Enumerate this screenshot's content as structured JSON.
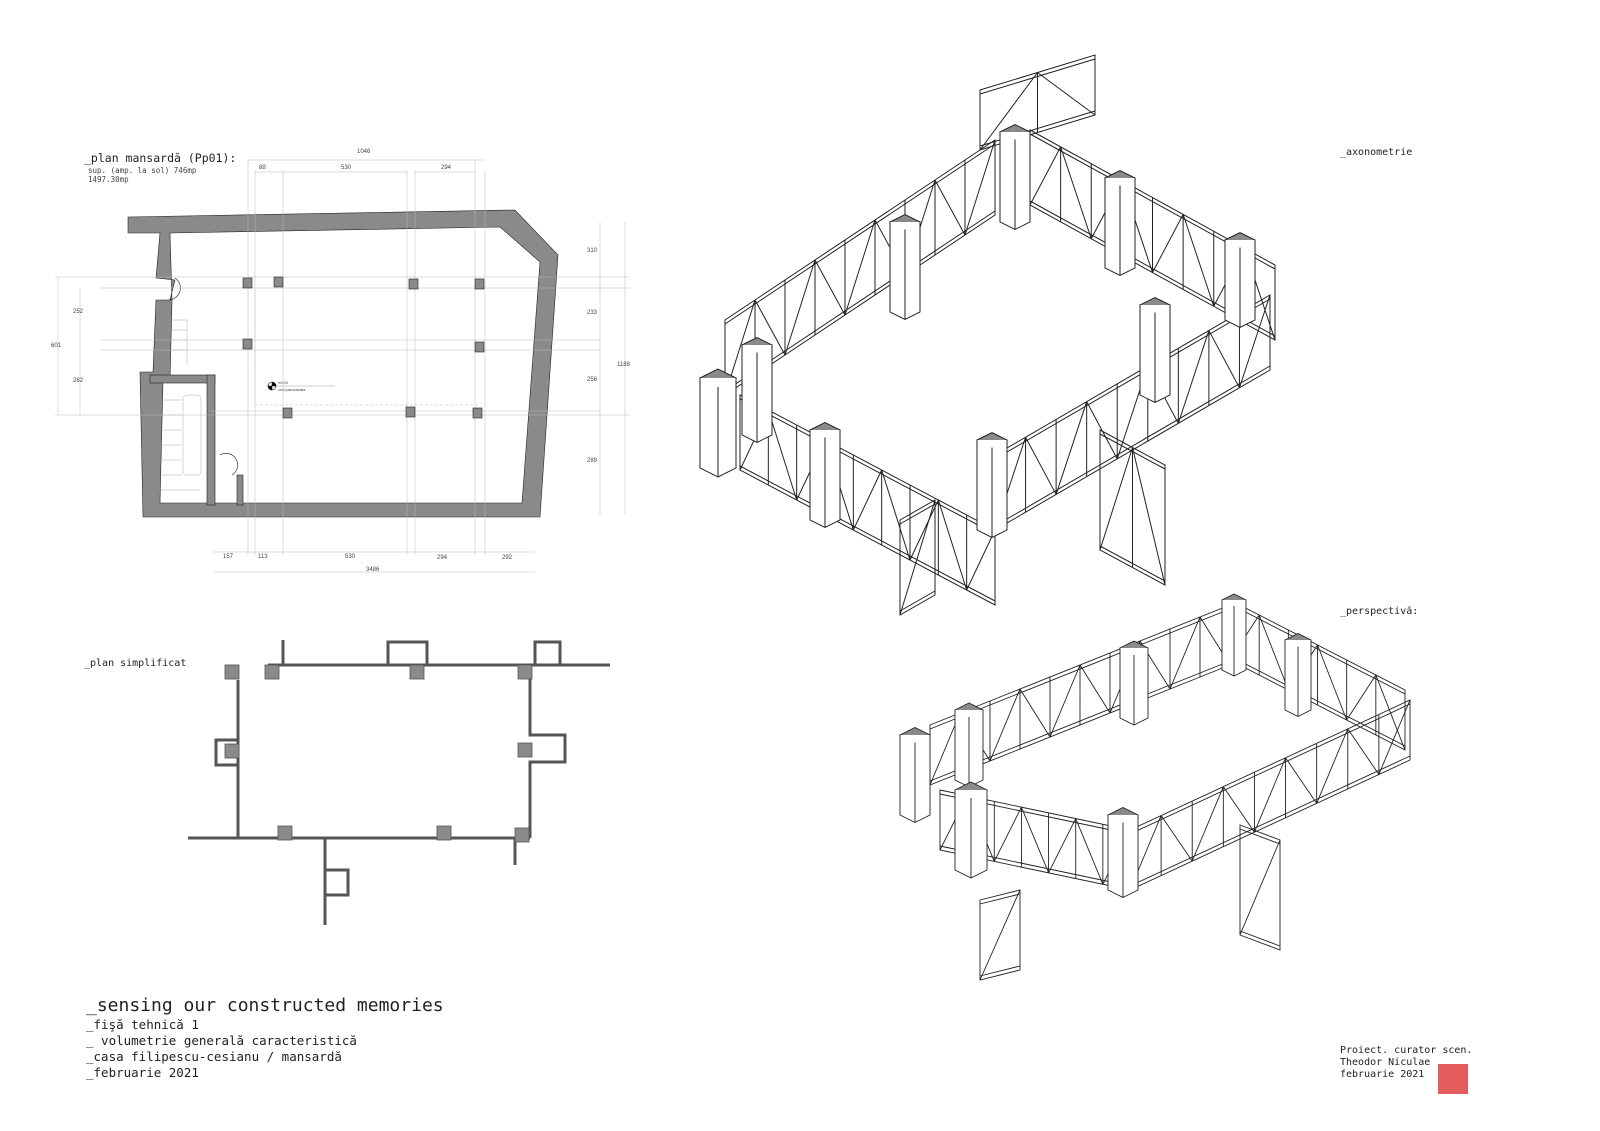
{
  "plan": {
    "title": "_plan mansardă (Pp01):",
    "sub_lines": [
      "sup. (amp. la sol) 746mp",
      "1497.30mp"
    ],
    "level_marker": "±0.00",
    "level_note": "cod pardoseala",
    "dims_top": [
      "1046",
      "88",
      "530",
      "294"
    ],
    "dims_right": [
      "310",
      "233",
      "256",
      "289",
      "1188"
    ],
    "dims_left": [
      "601",
      "252",
      "282"
    ],
    "dims_bottom": [
      "157",
      "113",
      "530",
      "294",
      "292",
      "3486"
    ]
  },
  "simplified": {
    "title": "_plan simplificat"
  },
  "axonometry": {
    "title": "_axonometrie"
  },
  "perspective": {
    "title": "_perspectivă:"
  },
  "footer": {
    "title": "_sensing our constructed memories",
    "lines": [
      "_fişă tehnică 1",
      "_ volumetrie generală caracteristică",
      "_casa filipescu-cesianu / mansardă",
      "_februarie 2021"
    ]
  },
  "credit": {
    "lines": [
      "Proiect. curator scen.",
      "Theodor Niculae",
      "februarie 2021"
    ]
  },
  "colors": {
    "wall": "#8a8a8a",
    "line": "#222222",
    "stamp": "#dd3333"
  }
}
